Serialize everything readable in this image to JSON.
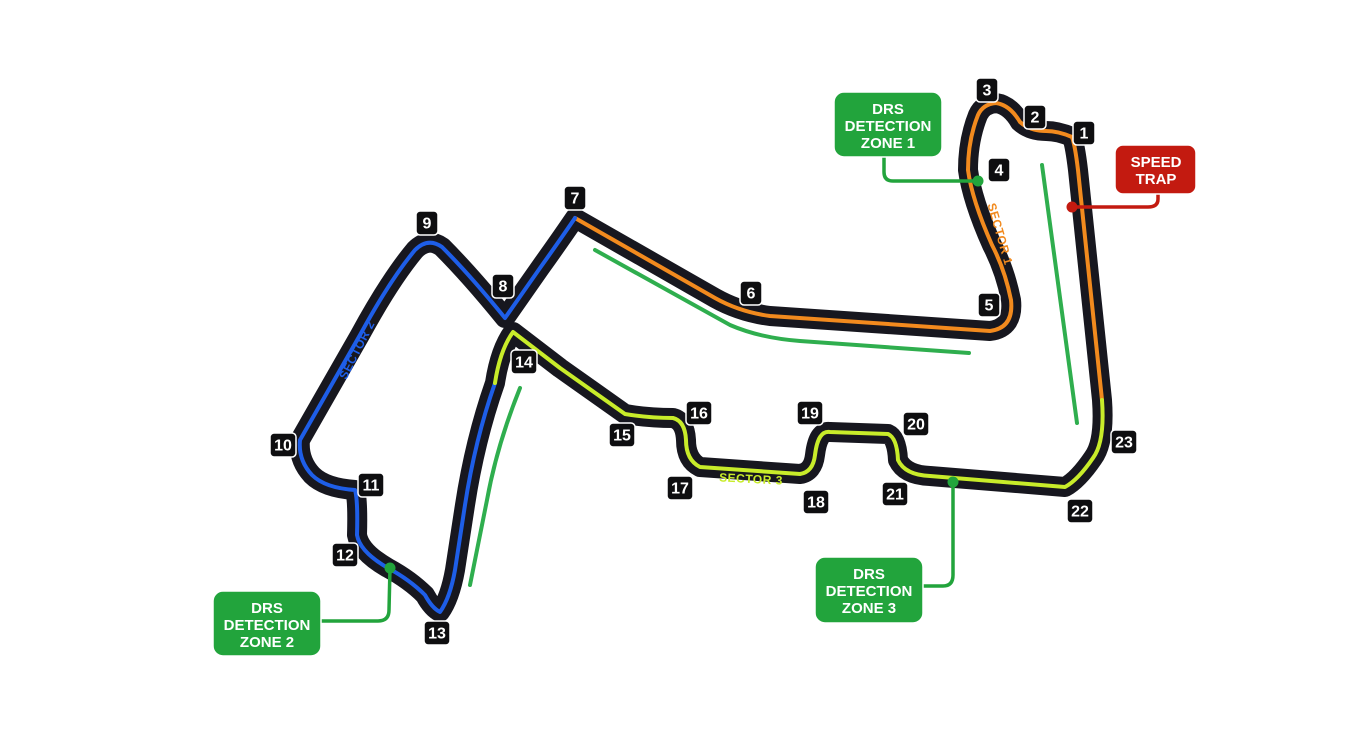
{
  "colors": {
    "track": "#17171f",
    "sector_1": "#f28a1e",
    "sector_2": "#1e5ee8",
    "sector_3": "#c8ec2a",
    "drs": "#2fae4e",
    "drs_box": "#22a43c",
    "speed_trap": "#c31a10"
  },
  "sectors": {
    "s1": "SECTOR 1",
    "s2": "SECTOR 2",
    "s3": "SECTOR 3"
  },
  "drs_zones": [
    {
      "lines": [
        "DRS",
        "DETECTION",
        "ZONE 1"
      ]
    },
    {
      "lines": [
        "DRS",
        "DETECTION",
        "ZONE 2"
      ]
    },
    {
      "lines": [
        "DRS",
        "DETECTION",
        "ZONE 3"
      ]
    }
  ],
  "speed_trap": {
    "lines": [
      "SPEED",
      "TRAP"
    ]
  },
  "turns": [
    "1",
    "2",
    "3",
    "4",
    "5",
    "6",
    "7",
    "8",
    "9",
    "10",
    "11",
    "12",
    "13",
    "14",
    "15",
    "16",
    "17",
    "18",
    "19",
    "20",
    "21",
    "22",
    "23"
  ]
}
